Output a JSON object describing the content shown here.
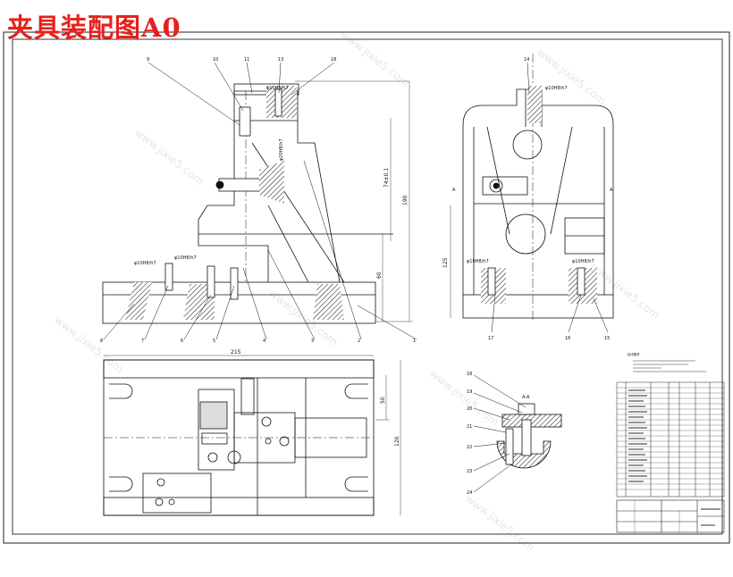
{
  "drawing": {
    "title": "夹具装配图A0",
    "watermark": "www.jixie5.com",
    "front_view_callouts": [
      "9",
      "10",
      "11",
      "13",
      "18"
    ],
    "front_view_fits": [
      "φ10H8/h7",
      "φ20H8/h7",
      "φ10H8/h7",
      "φ10H8/h7"
    ],
    "front_view_bottom_callouts": [
      "8",
      "7",
      "6",
      "5",
      "4",
      "3",
      "2",
      "1"
    ],
    "front_view_dims": [
      "74±0.1",
      "190",
      "60"
    ],
    "side_view_callouts": [
      "14",
      "17",
      "16",
      "15"
    ],
    "side_view_fits": [
      "φ10H8/h7",
      "φ10H8/h7",
      "φ10H8/h7"
    ],
    "side_view_section_mark": "A",
    "side_view_dims": [
      "125"
    ],
    "plan_view_dims": [
      "215",
      "50",
      "120"
    ],
    "section_view_title": "A-A",
    "section_view_callouts": [
      "18",
      "19",
      "20",
      "21",
      "22",
      "23",
      "24"
    ],
    "notes_title": "技术要求"
  }
}
